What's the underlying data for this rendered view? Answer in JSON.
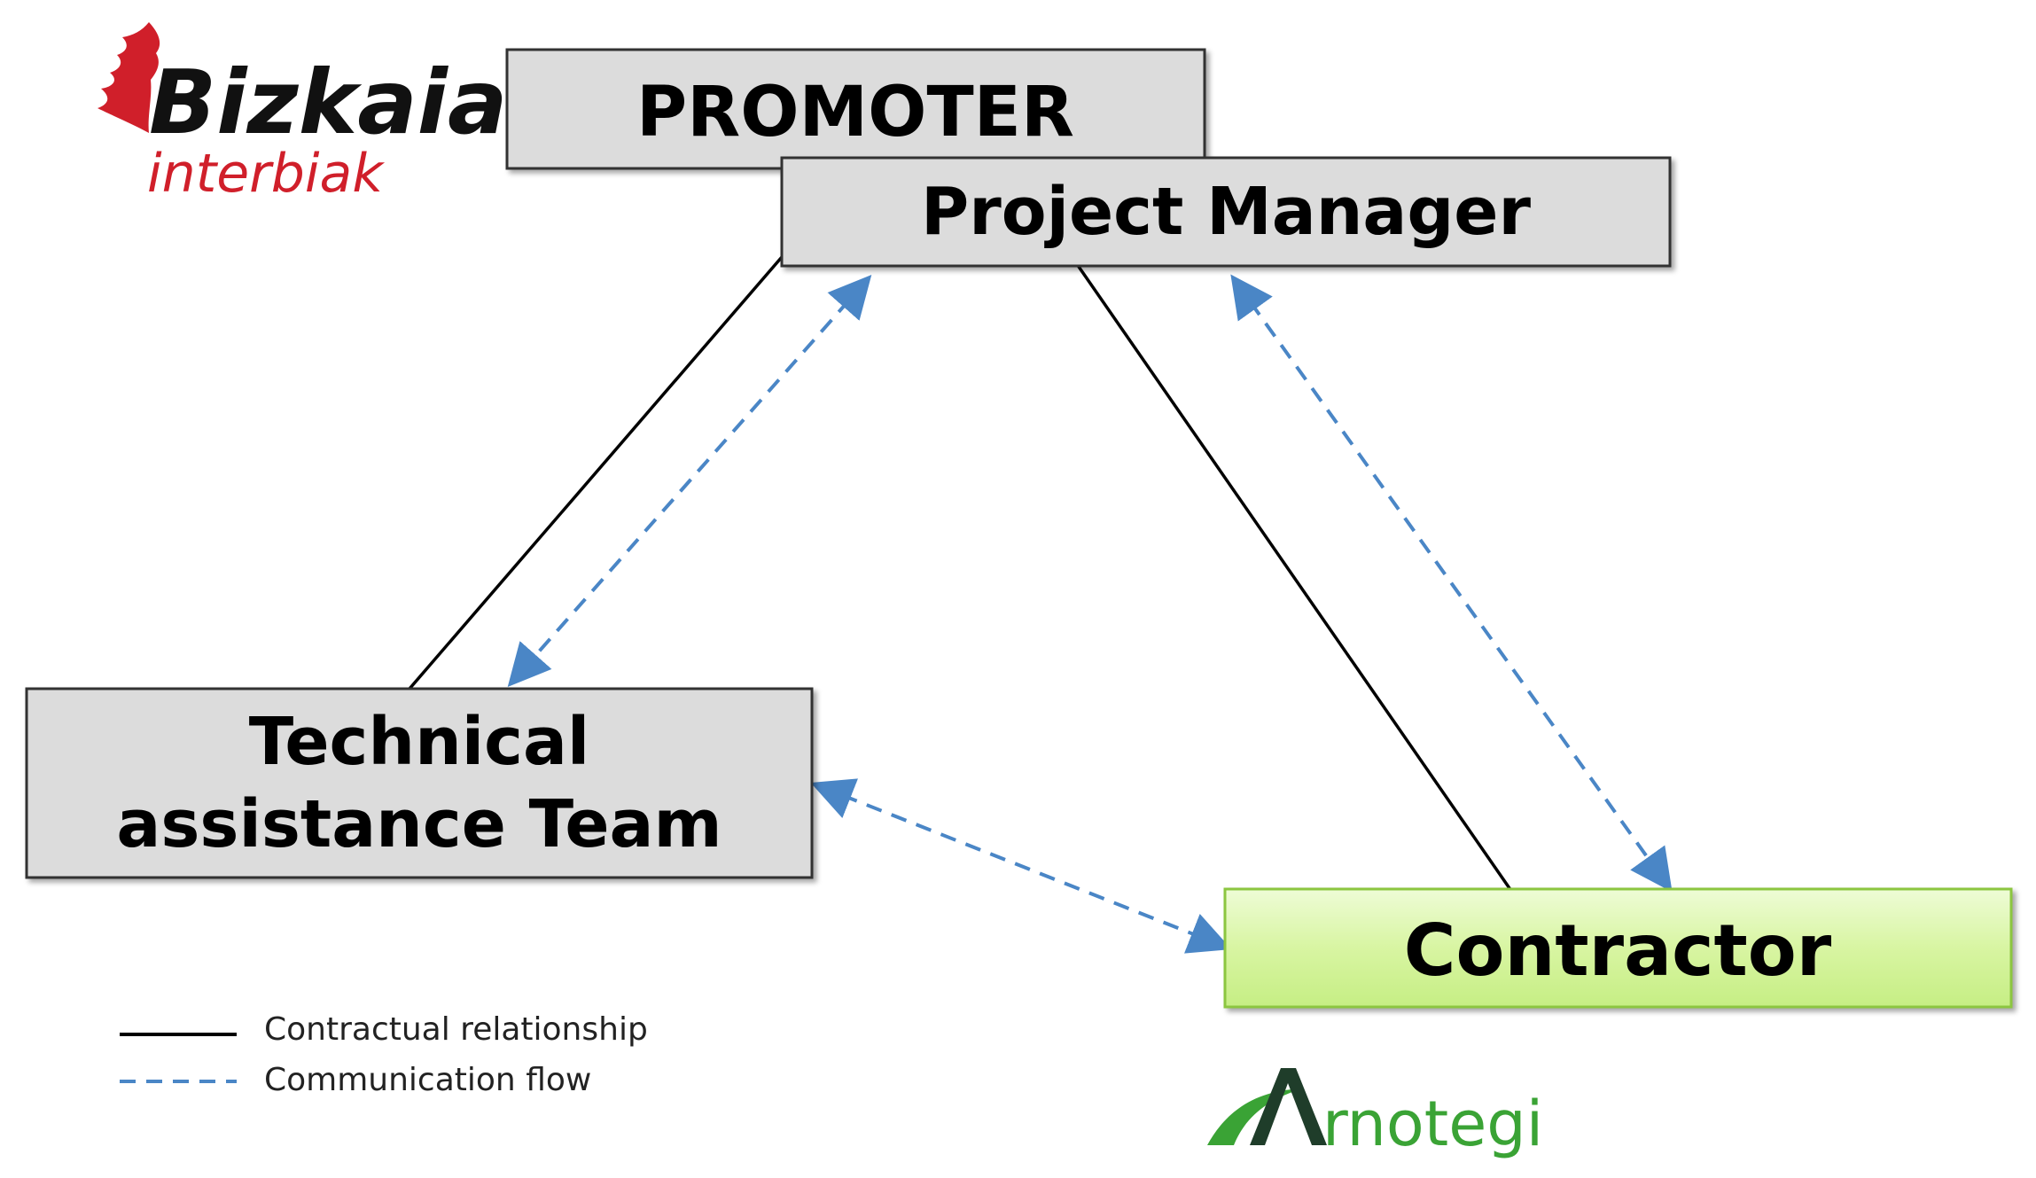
{
  "nodes": {
    "promoter": {
      "label": "PROMOTER"
    },
    "project_manager": {
      "label": "Project Manager"
    },
    "technical_team": {
      "label_line1": "Technical",
      "label_line2": "assistance Team"
    },
    "contractor": {
      "label": "Contractor"
    }
  },
  "legend": {
    "contractual": "Contractual relationship",
    "communication": "Communication flow"
  },
  "logos": {
    "bizkaia": {
      "name": "Bizkaia",
      "sub": "interbiak"
    },
    "arnotegi": {
      "text": "Arnotegi"
    }
  },
  "edges": [
    {
      "from": "project_manager",
      "to": "technical_team",
      "kind": "contractual"
    },
    {
      "from": "project_manager",
      "to": "contractor",
      "kind": "contractual"
    },
    {
      "from": "project_manager",
      "to": "technical_team",
      "kind": "communication",
      "bidirectional": true
    },
    {
      "from": "project_manager",
      "to": "contractor",
      "kind": "communication",
      "bidirectional": true
    },
    {
      "from": "technical_team",
      "to": "contractor",
      "kind": "communication",
      "bidirectional": true
    }
  ],
  "colors": {
    "grey_box": "#dcdcdc",
    "contractor_box": "#d8f5a2",
    "contractor_border": "#8cc63f",
    "communication": "#4a86c6",
    "contractual": "#000000",
    "logo_red": "#d01f2a",
    "logo_green": "#3aa335"
  }
}
